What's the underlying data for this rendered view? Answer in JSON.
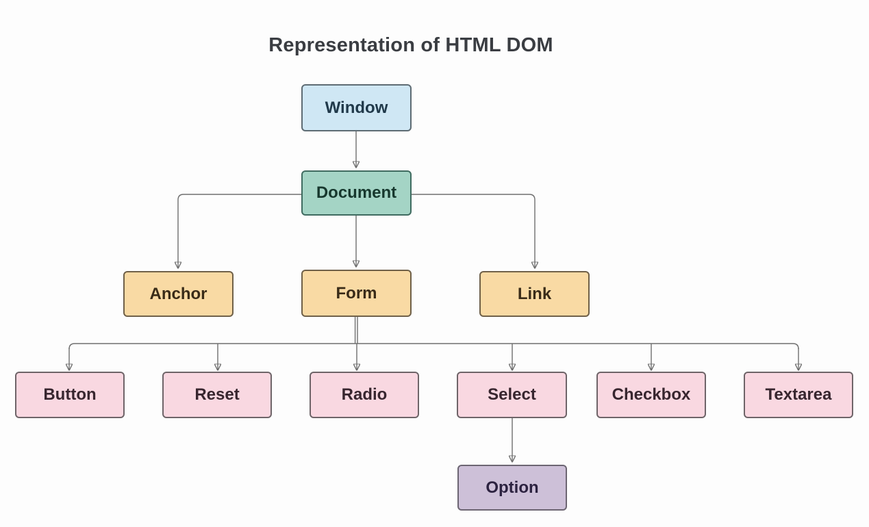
{
  "title": "Representation of HTML DOM",
  "diagram": {
    "type": "tree",
    "nodes": [
      {
        "id": "window",
        "label": "Window",
        "level": 1,
        "parent": null,
        "fill": "#cfe7f4",
        "border": "#5d6b73"
      },
      {
        "id": "document",
        "label": "Document",
        "level": 2,
        "parent": "window",
        "fill": "#a4d4c5",
        "border": "#3f6b60"
      },
      {
        "id": "anchor",
        "label": "Anchor",
        "level": 3,
        "parent": "document",
        "fill": "#f9daa4",
        "border": "#6f6048"
      },
      {
        "id": "form",
        "label": "Form",
        "level": 3,
        "parent": "document",
        "fill": "#f9daa4",
        "border": "#6f6048"
      },
      {
        "id": "link",
        "label": "Link",
        "level": 3,
        "parent": "document",
        "fill": "#f9daa4",
        "border": "#6f6048"
      },
      {
        "id": "button",
        "label": "Button",
        "level": 4,
        "parent": "form",
        "fill": "#f9d8e1",
        "border": "#6e6468"
      },
      {
        "id": "reset",
        "label": "Reset",
        "level": 4,
        "parent": "form",
        "fill": "#f9d8e1",
        "border": "#6e6468"
      },
      {
        "id": "radio",
        "label": "Radio",
        "level": 4,
        "parent": "form",
        "fill": "#f9d8e1",
        "border": "#6e6468"
      },
      {
        "id": "select",
        "label": "Select",
        "level": 4,
        "parent": "form",
        "fill": "#f9d8e1",
        "border": "#6e6468"
      },
      {
        "id": "checkbox",
        "label": "Checkbox",
        "level": 4,
        "parent": "form",
        "fill": "#f9d8e1",
        "border": "#6e6468"
      },
      {
        "id": "textarea",
        "label": "Textarea",
        "level": 4,
        "parent": "form",
        "fill": "#f9d8e1",
        "border": "#6e6468"
      },
      {
        "id": "option",
        "label": "Option",
        "level": 5,
        "parent": "select",
        "fill": "#cdc0d8",
        "border": "#6c6572"
      }
    ],
    "edges": [
      {
        "from": "window",
        "to": "document"
      },
      {
        "from": "document",
        "to": "anchor"
      },
      {
        "from": "document",
        "to": "form"
      },
      {
        "from": "document",
        "to": "link"
      },
      {
        "from": "form",
        "to": "button"
      },
      {
        "from": "form",
        "to": "reset"
      },
      {
        "from": "form",
        "to": "radio"
      },
      {
        "from": "form",
        "to": "select"
      },
      {
        "from": "form",
        "to": "checkbox"
      },
      {
        "from": "form",
        "to": "textarea"
      },
      {
        "from": "select",
        "to": "option"
      }
    ],
    "line_color": "#6e6e6e",
    "arrow_color": "#5a5a5a"
  }
}
